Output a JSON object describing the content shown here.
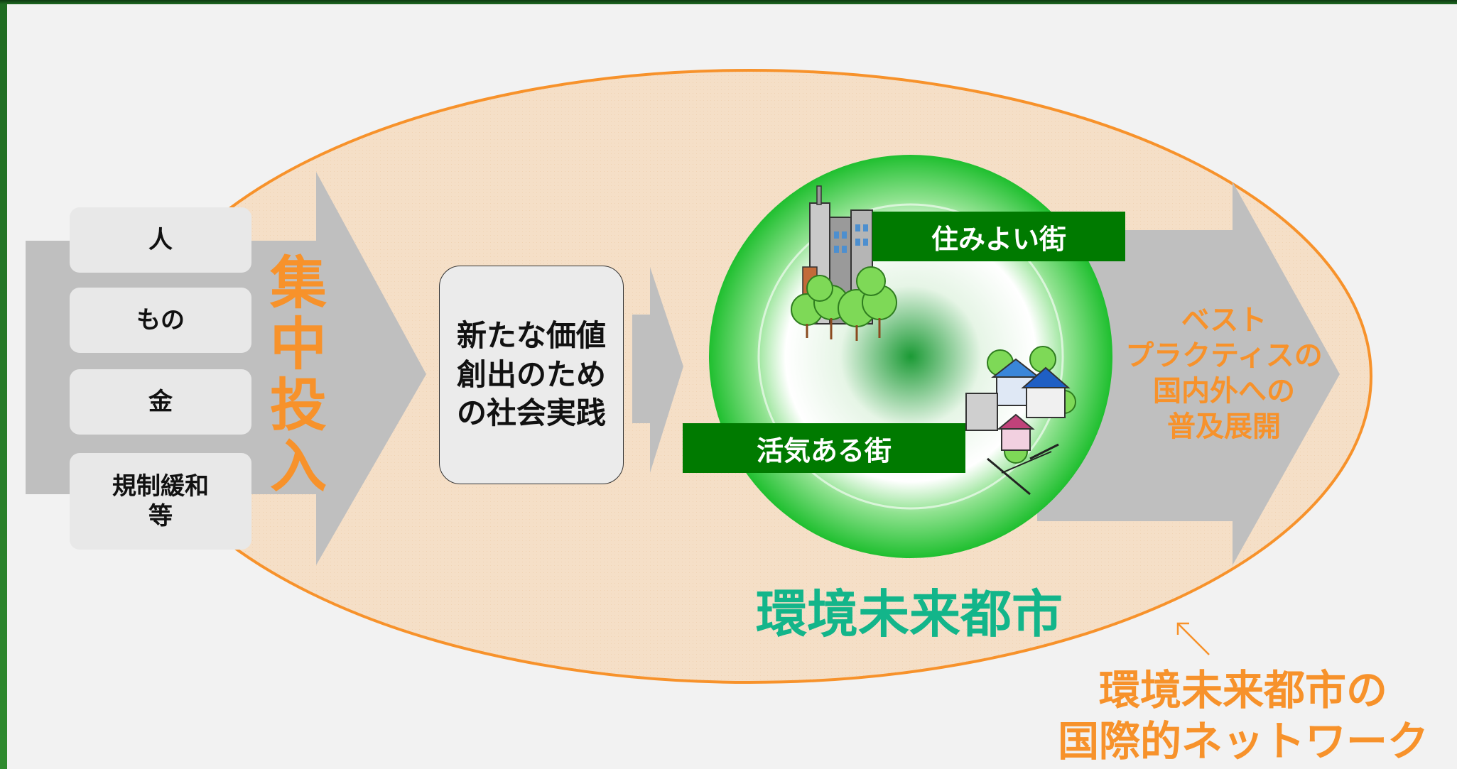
{
  "resources": {
    "people": "人",
    "things": "もの",
    "money": "金",
    "deregulation": "規制緩和\n等"
  },
  "concentrated_investment": "集中投入",
  "new_value": "新たな価値\n創出のため\nの社会実践",
  "town_livable": "住みよい街",
  "town_vibrant": "活気ある街",
  "best_practice": "ベスト\nプラクティスの\n国内外への\n普及展開",
  "city_title": "環境未来都市",
  "network_label": "環境未来都市の\n国際的ネットワーク",
  "colors": {
    "orange": "#f7922b",
    "green_label": "#007a00",
    "teal_title": "#13b58a",
    "arrow_gray": "#bfbfbf"
  }
}
